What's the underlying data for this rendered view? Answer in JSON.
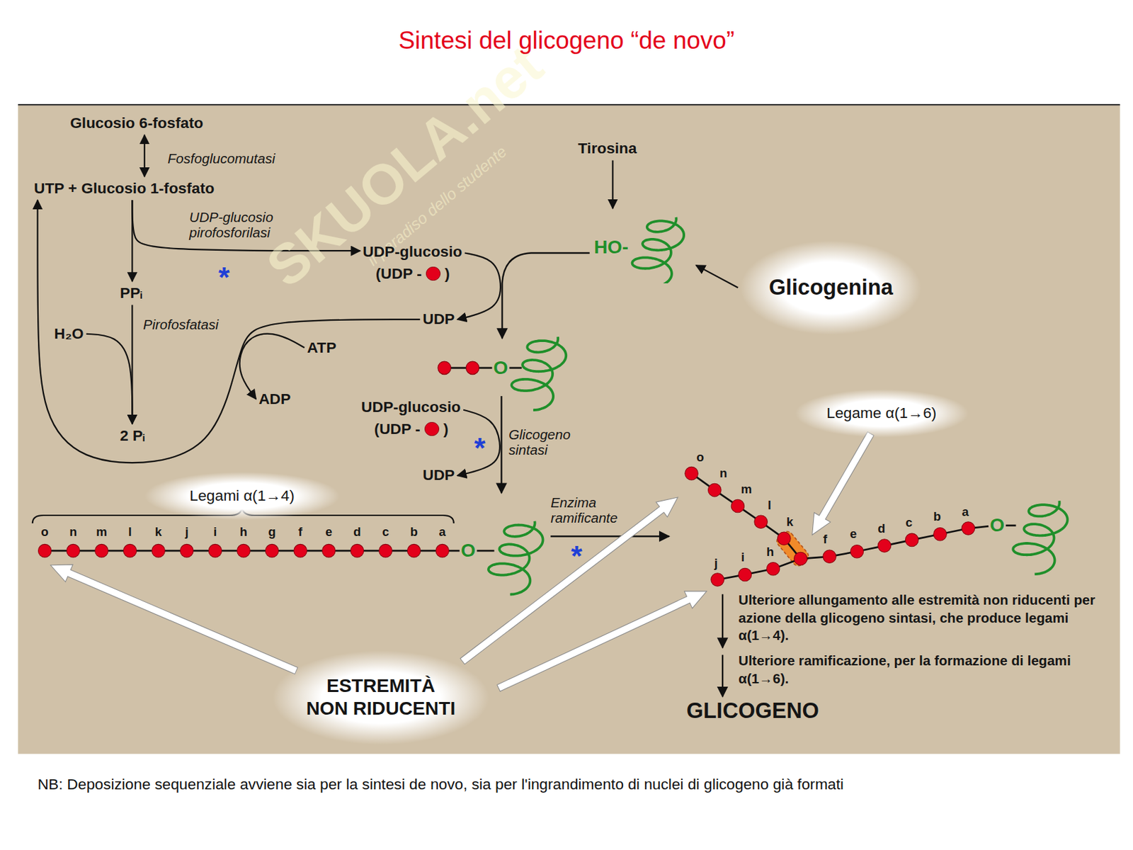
{
  "diagram": {
    "title": "Sintesi del glicogeno “de novo”",
    "caption": "NB: Deposizione sequenziale avviene sia per la sintesi de novo, sia per l'ingrandimento di nuclei di glicogeno già formati",
    "nodes": [
      {
        "text": [
          "Glucosio 6-fosfato"
        ]
      },
      {
        "text": [
          "UTP + Glucosio 1-fosfato"
        ]
      },
      {
        "text": [
          "UDP-glucosio",
          "(UDP -",
          ")"
        ]
      },
      {
        "text": [
          "PPᵢ"
        ]
      },
      {
        "text": [
          "H₂O"
        ]
      },
      {
        "text": [
          "2 Pᵢ"
        ]
      },
      {
        "text": [
          "UDP"
        ]
      },
      {
        "text": [
          "ATP"
        ]
      },
      {
        "text": [
          "ADP"
        ]
      },
      {
        "text": [
          "Tirosina"
        ]
      },
      {
        "text": [
          "HO-"
        ]
      },
      {
        "text": [
          "Glicogenina"
        ]
      },
      {
        "text": [
          "UDP-glucosio",
          "(UDP -",
          ")"
        ]
      },
      {
        "text": [
          "UDP"
        ]
      },
      {
        "text": [
          "Legami α(1→4)"
        ]
      },
      {
        "text": [
          "Legame α(1→6)"
        ]
      },
      {
        "text": [
          "ESTREMITÀ NON RIDUCENTI"
        ]
      }
    ],
    "edges": [
      {
        "from": 0,
        "to": 1,
        "arrow": "both",
        "label": "Fosfoglucomutasi"
      },
      {
        "from": 1,
        "to": 2,
        "arrow": "to",
        "label": "UDP-glucosio pirofosforilasi"
      },
      {
        "from": 1,
        "to": 3,
        "arrow": "to"
      },
      {
        "from": 3,
        "to": 5,
        "arrow": "to",
        "label": "Pirofosfatasi"
      },
      {
        "from": 4,
        "to": 5,
        "arrow": "to"
      },
      {
        "from": 6,
        "to": 1,
        "arrow": "to"
      },
      {
        "from": 7,
        "to": 8,
        "arrow": "to"
      },
      {
        "from": 9,
        "to": 10,
        "arrow": "to"
      },
      {
        "from": 11,
        "to": 10,
        "arrow": "to"
      },
      {
        "from": 2,
        "to": 6,
        "arrow": "to"
      },
      {
        "from": 12,
        "to": 13,
        "arrow": "to"
      }
    ],
    "labels": [
      "SKUOLA.net",
      "il paradiso dello studente",
      "*",
      "O",
      "Glicogeno sintasi",
      "*",
      "Enzima ramificante",
      "*",
      "o",
      "n",
      "m",
      "l",
      "k",
      "j",
      "i",
      "h",
      "g",
      "f",
      "e",
      "d",
      "c",
      "b",
      "a",
      "O",
      "o",
      "n",
      "m",
      "l",
      "k",
      "j",
      "i",
      "h",
      "f",
      "e",
      "d",
      "c",
      "b",
      "a",
      "O",
      "Ulteriore allungamento alle estremità non riducenti per azione della glicogeno sintasi, che produce legami α(1→4).",
      "Ulteriore ramificazione, per la formazione di legami α(1→6).",
      "GLICOGENO"
    ]
  }
}
